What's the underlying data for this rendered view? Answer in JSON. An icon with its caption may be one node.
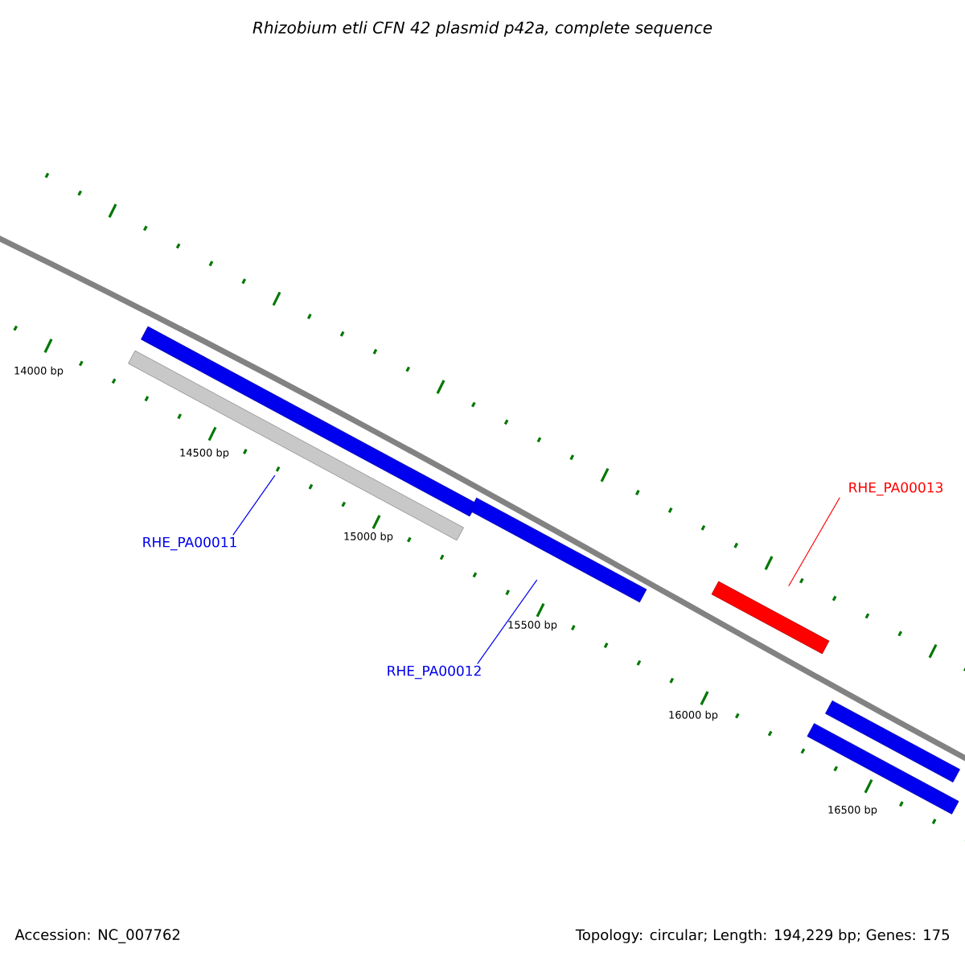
{
  "diagram": {
    "title": "Rhizobium etli CFN 42 plasmid p42a, complete sequence",
    "nodes": [
      {
        "text": [],
        "shape": "bar"
      },
      {
        "text": [],
        "shape": "bar"
      },
      {
        "text": [],
        "shape": "bar"
      },
      {
        "text": [],
        "shape": "bar"
      },
      {
        "text": [],
        "shape": "bar"
      },
      {
        "text": [],
        "shape": "bar"
      },
      {
        "text": [
          "RHE_PA00013"
        ]
      },
      {
        "text": [
          "RHE_PA00011"
        ]
      },
      {
        "text": [
          "RHE_PA00012"
        ]
      }
    ],
    "edges": [
      {
        "from": 6,
        "to": 3,
        "arrow": "none",
        "color": "#ff0000"
      },
      {
        "from": 7,
        "to": 1,
        "arrow": "none"
      },
      {
        "from": 8,
        "to": 2,
        "arrow": "none"
      }
    ],
    "labels": [
      "14000 bp",
      "14500 bp",
      "15000 bp",
      "15500 bp",
      "16000 bp",
      "16500 bp",
      "Accession: NC_007762",
      "Topology: circular; Length: 194,229 bp; Genes: 175"
    ]
  }
}
